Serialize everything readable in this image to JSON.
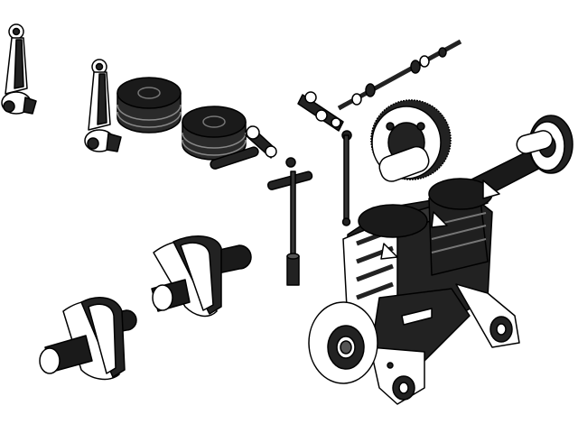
{
  "view": {
    "kind": "exploded-assembly",
    "colors": {
      "dark": "#1a1a1a",
      "mid": "#555555",
      "light": "#f2f2f2",
      "outline": "#000000"
    },
    "parts": [
      "connecting-rod",
      "connecting-rod",
      "piston",
      "piston",
      "crank-web",
      "crank-web",
      "rocker-arm",
      "rocker-arm",
      "push-rod",
      "push-rod",
      "camshaft",
      "timing-gear",
      "flywheel-gear",
      "engine-block"
    ]
  }
}
